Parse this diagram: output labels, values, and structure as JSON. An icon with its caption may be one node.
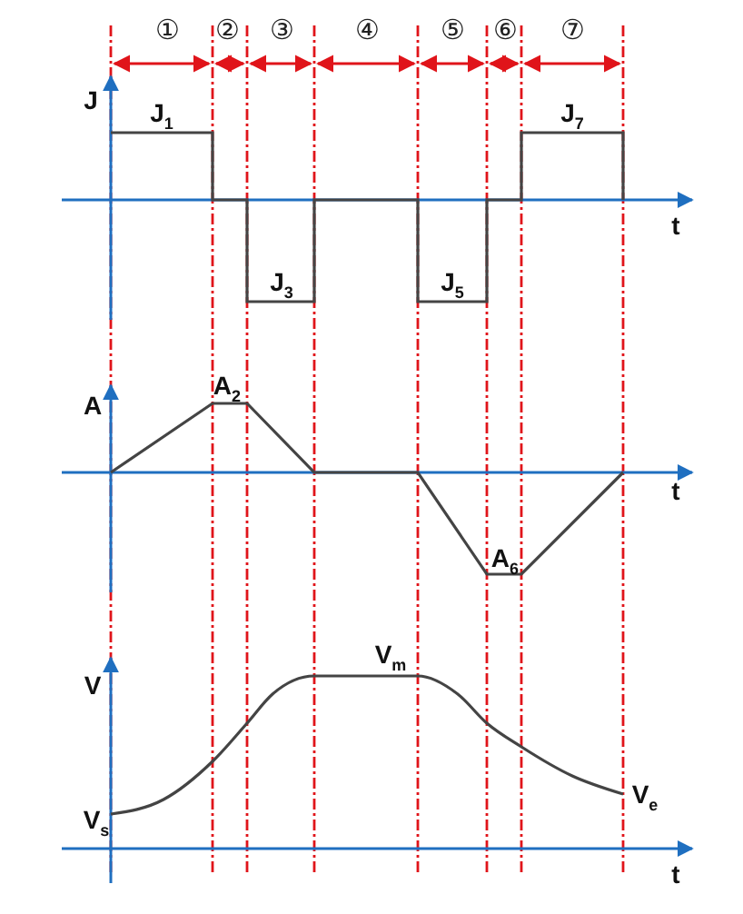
{
  "diagram": {
    "labels": [
      "①",
      "②",
      "③",
      "④",
      "⑤",
      "⑥",
      "⑦",
      "J",
      "J$_{1}$",
      "J$_{7}$",
      "t",
      "J$_{3}$",
      "J$_{5}$",
      "A",
      "A$_{2}$",
      "t",
      "A$_{6}$",
      "V",
      "V$_{m}$",
      "V$_{s}$",
      "V$_{e}$",
      "t"
    ]
  }
}
